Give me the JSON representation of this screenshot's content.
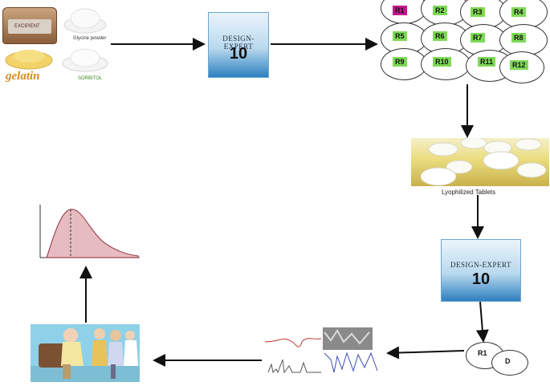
{
  "ingredients": {
    "glycine_label": "Glycine powder",
    "gelatin_label": "gelatin",
    "sorbitol_label": "SORBITOL",
    "tin_label": "EXCIPIENT"
  },
  "design_expert_top": {
    "brand": "DESIGN-EXPERT",
    "version": "10"
  },
  "runs": [
    "R1",
    "R2",
    "R3",
    "R4",
    "R5",
    "R6",
    "R7",
    "R8",
    "R9",
    "R10",
    "R11",
    "R12"
  ],
  "colors": {
    "run_tag": "#7ed957",
    "run_tag_highlight": "#c2188b",
    "logo_blue": "#2d7fc0",
    "curve_fill": "#e7bcc0",
    "curve_line": "#a04a55"
  },
  "tablets": {
    "caption": "Lyophilized Tablets"
  },
  "design_expert_mid": {
    "brand": "DESIGN-EXPERT",
    "version": "10"
  },
  "result": {
    "r1": "R1",
    "d": "D"
  },
  "icons": {
    "patients": "patients-icon",
    "dissolution": "dissolution-curve-icon",
    "spectra": "spectra-icon",
    "tablets": "tablets-icon"
  }
}
